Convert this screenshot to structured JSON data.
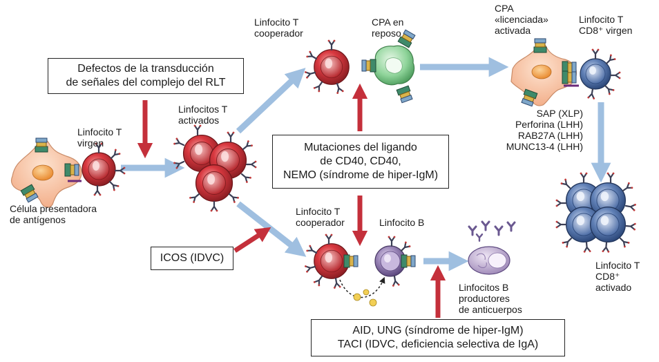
{
  "colors": {
    "t_cell": "#d8383f",
    "t_cell_inner": "#b82a30",
    "apc_body": "#f7c7a8",
    "apc_nucleus": "#f29a3c",
    "resting_apc": "#7fcf8c",
    "b_cell": "#9b86b8",
    "cd8_cell": "#5f7fb5",
    "plasma_cell": "#c6b2d6",
    "blue_arrow": "#9fbfe0",
    "red_arrow": "#c4303b",
    "receptor": "#3b3f55"
  },
  "labels": {
    "naive_t": [
      "Linfocito T",
      "virgen"
    ],
    "apc": [
      "Célula presentadora",
      "de antígenos"
    ],
    "activated_t": [
      "Linfocitos T",
      "activados"
    ],
    "helper_t_top": [
      "Linfocito T",
      "cooperador"
    ],
    "resting_apc": [
      "CPA en",
      "reposo"
    ],
    "licensed_apc": [
      "CPA",
      "«licenciada»",
      "activada"
    ],
    "naive_cd8": [
      "Linfocito T",
      "CD8⁺ virgen"
    ],
    "cytotoxic_genes": [
      "SAP (XLP)",
      "Perforina (LHH)",
      "RAB27A (LHH)",
      "MUNC13-4 (LHH)"
    ],
    "activated_cd8": [
      "Linfocito T",
      "CD8⁺",
      "activado"
    ],
    "helper_t_bottom": [
      "Linfocito T",
      "cooperador"
    ],
    "b_cell": "Linfocito B",
    "plasma": [
      "Linfocitos B",
      "productores",
      "de anticuerpos"
    ]
  },
  "boxes": {
    "tcr_defects": [
      "Defectos de la transducción",
      "de señales del complejo del RLT"
    ],
    "cd40_mutations": [
      "Mutaciones del ligando",
      "de CD40, CD40,",
      "NEMO (síndrome de hiper-IgM)"
    ],
    "icos": "ICOS (IDVC)",
    "aid": [
      "AID, UNG (síndrome de hiper-IgM)",
      "TACI (IDVC, deficiencia selectiva de IgA)"
    ]
  }
}
